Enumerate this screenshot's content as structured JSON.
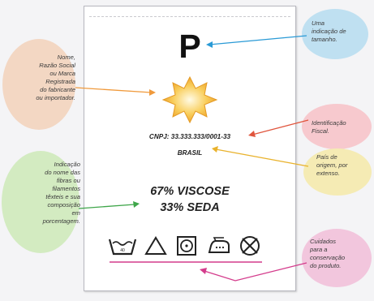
{
  "label": {
    "size": "P",
    "cnpj": "CNPJ: 33.333.333/0001-33",
    "country": "BRASIL",
    "fibers": [
      "67% VISCOSE",
      "33% SEDA"
    ]
  },
  "callouts": {
    "size": [
      "Uma",
      "indicação de",
      "tamanho."
    ],
    "fiscal": [
      "Identificação",
      "Fiscal."
    ],
    "origin": [
      "País de",
      "origem, por",
      "extenso."
    ],
    "care": [
      "Cuidados",
      "para a",
      "conservação",
      "do produto."
    ],
    "maker": [
      "Nome,",
      "Razão Social",
      "ou Marca",
      "Registrada",
      "do fabricante",
      "ou importador."
    ],
    "fibers": [
      "Indicação",
      "do nome das",
      "fibras ou",
      "filamentos",
      "têxteis e sua",
      "composição",
      "em",
      "porcentagem."
    ]
  },
  "icons": {
    "logo": "sun-logo-icon",
    "care": [
      "wash-tub-icon",
      "bleach-triangle-icon",
      "tumble-dry-icon",
      "iron-icon",
      "no-dry-clean-icon"
    ]
  },
  "colors": {
    "size_arrow": "#2a9ad6",
    "fiscal_arrow": "#e0553d",
    "origin_arrow": "#e9b22c",
    "care_arrow": "#d43c8c",
    "maker_arrow": "#f09a3c",
    "fibers_arrow": "#3fa64a",
    "sun": "#f3b53a"
  }
}
